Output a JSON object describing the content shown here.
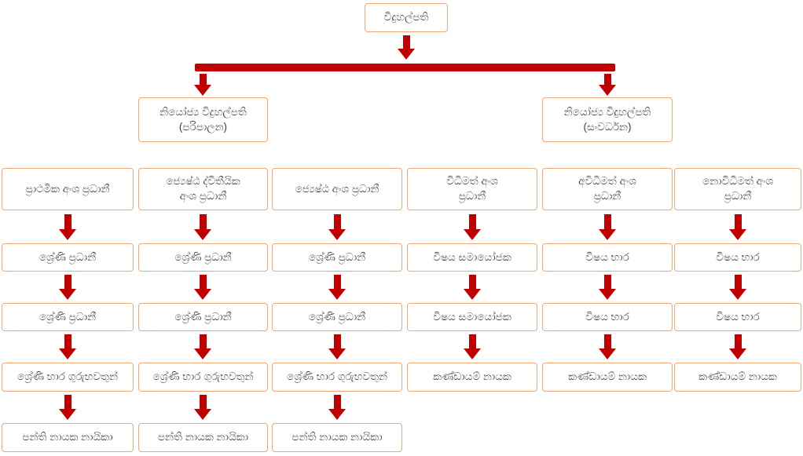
{
  "colors": {
    "arrow_red": "#C00000",
    "box_border": "#F2A876",
    "box_text": "#3F3F3F",
    "box_bg": "#FFFFFF"
  },
  "org": {
    "principal": "විදුහල්පති",
    "deputies": [
      {
        "title": "නියෝජ්‍ය විදුහල්පති",
        "subtitle": "(පරිපාලන)"
      },
      {
        "title": "නියෝජ්‍ය විදුහල්පති",
        "subtitle": "(සංවර්ධන)"
      }
    ],
    "columns": [
      {
        "head": "ප්‍රාථමික අංශ ප්‍රධානී",
        "levels": [
          "ශ්‍රේණි ප්‍රධානී",
          "ශ්‍රේණි ප්‍රධානී",
          "ශ්‍රේණි භාර ගුරුභවතුන්",
          "පන්ති නායක නායිකා"
        ]
      },
      {
        "head": "ජ්‍යෙෂ්ඨ ද්විතීයික\nඅංශ ප්‍රධානී",
        "levels": [
          "ශ්‍රේණි ප්‍රධානී",
          "ශ්‍රේණි ප්‍රධානී",
          "ශ්‍රේණි භාර ගුරුභවතුන්",
          "පන්ති නායක නායිකා"
        ]
      },
      {
        "head": "ජ්‍යෙෂ්ඨ අංශ ප්‍රධානී",
        "levels": [
          "ශ්‍රේණි ප්‍රධානී",
          "ශ්‍රේණි ප්‍රධානී",
          "ශ්‍රේණි භාර ගුරුභවතුන්",
          "පන්ති නායක නායිකා"
        ]
      },
      {
        "head": "විධිමත් අංශ\nප්‍රධානී",
        "levels": [
          "විෂය සමායෝජක",
          "විෂය සමායෝජක",
          "කණ්ඩායම් නායක"
        ]
      },
      {
        "head": "අවිධිමත් අංශ\nප්‍රධානී",
        "levels": [
          "විෂය භාර",
          "විෂය භාර",
          "කණ්ඩායම් නායක"
        ]
      },
      {
        "head": "නොවිධිමත් අංශ\nප්‍රධානී",
        "levels": [
          "විෂය භාර",
          "විෂය භාර",
          "කණ්ඩායම් නායක"
        ]
      }
    ]
  }
}
